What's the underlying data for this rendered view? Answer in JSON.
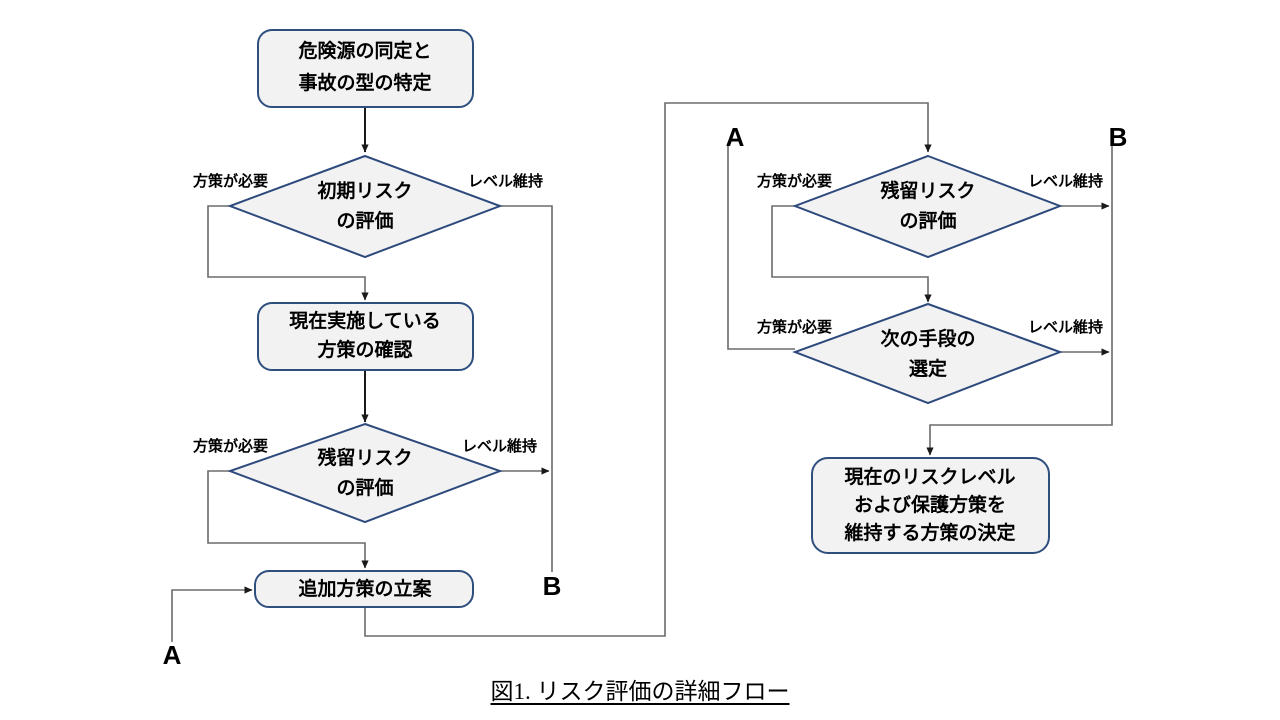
{
  "figure": {
    "caption": "図1. リスク評価の詳細フロー",
    "background_color": "#ffffff",
    "node_fill": "#f2f2f2",
    "node_stroke": "#2f4f7f",
    "diamond_stroke": "#2e4a7d",
    "edge_color": "#6b6b6b",
    "arrow_color": "#1a1a1a"
  },
  "nodes": {
    "hazard_identification": {
      "type": "process",
      "lines": [
        "危険源の同定と",
        "事故の型の特定"
      ],
      "line1": "危険源の同定と",
      "line2": "事故の型の特定"
    },
    "initial_risk_eval": {
      "type": "decision",
      "lines": [
        "初期リスク",
        "の評価"
      ],
      "line1": "初期リスク",
      "line2": "の評価"
    },
    "current_measures_check": {
      "type": "process",
      "lines": [
        "現在実施している",
        "方策の確認"
      ],
      "line1": "現在実施している",
      "line2": "方策の確認"
    },
    "residual_risk_eval_left": {
      "type": "decision",
      "lines": [
        "残留リスク",
        "の評価"
      ],
      "line1": "残留リスク",
      "line2": "の評価"
    },
    "additional_measures_plan": {
      "type": "process",
      "lines": [
        "追加方策の立案"
      ],
      "line1": "追加方策の立案"
    },
    "residual_risk_eval_right": {
      "type": "decision",
      "lines": [
        "残留リスク",
        "の評価"
      ],
      "line1": "残留リスク",
      "line2": "の評価"
    },
    "next_measure_selection": {
      "type": "decision",
      "lines": [
        "次の手段の",
        "選定"
      ],
      "line1": "次の手段の",
      "line2": "選定"
    },
    "maintain_decision": {
      "type": "process",
      "lines": [
        "現在のリスクレベル",
        "および保護方策を",
        "維持する方策の決定"
      ],
      "line1": "現在のリスクレベル",
      "line2": "および保護方策を",
      "line3": "維持する方策の決定"
    }
  },
  "edge_labels": {
    "initial_need_measure": "方策が必要",
    "initial_maintain_level": "レベル維持",
    "residual_left_need_measure": "方策が必要",
    "residual_left_maintain_level": "レベル維持",
    "residual_right_need_measure": "方策が必要",
    "residual_right_maintain_level": "レベル維持",
    "next_need_measure": "方策が必要",
    "next_maintain_level": "レベル維持"
  },
  "connectors": {
    "a_left": "A",
    "b_left": "B",
    "a_right": "A",
    "b_right": "B"
  }
}
